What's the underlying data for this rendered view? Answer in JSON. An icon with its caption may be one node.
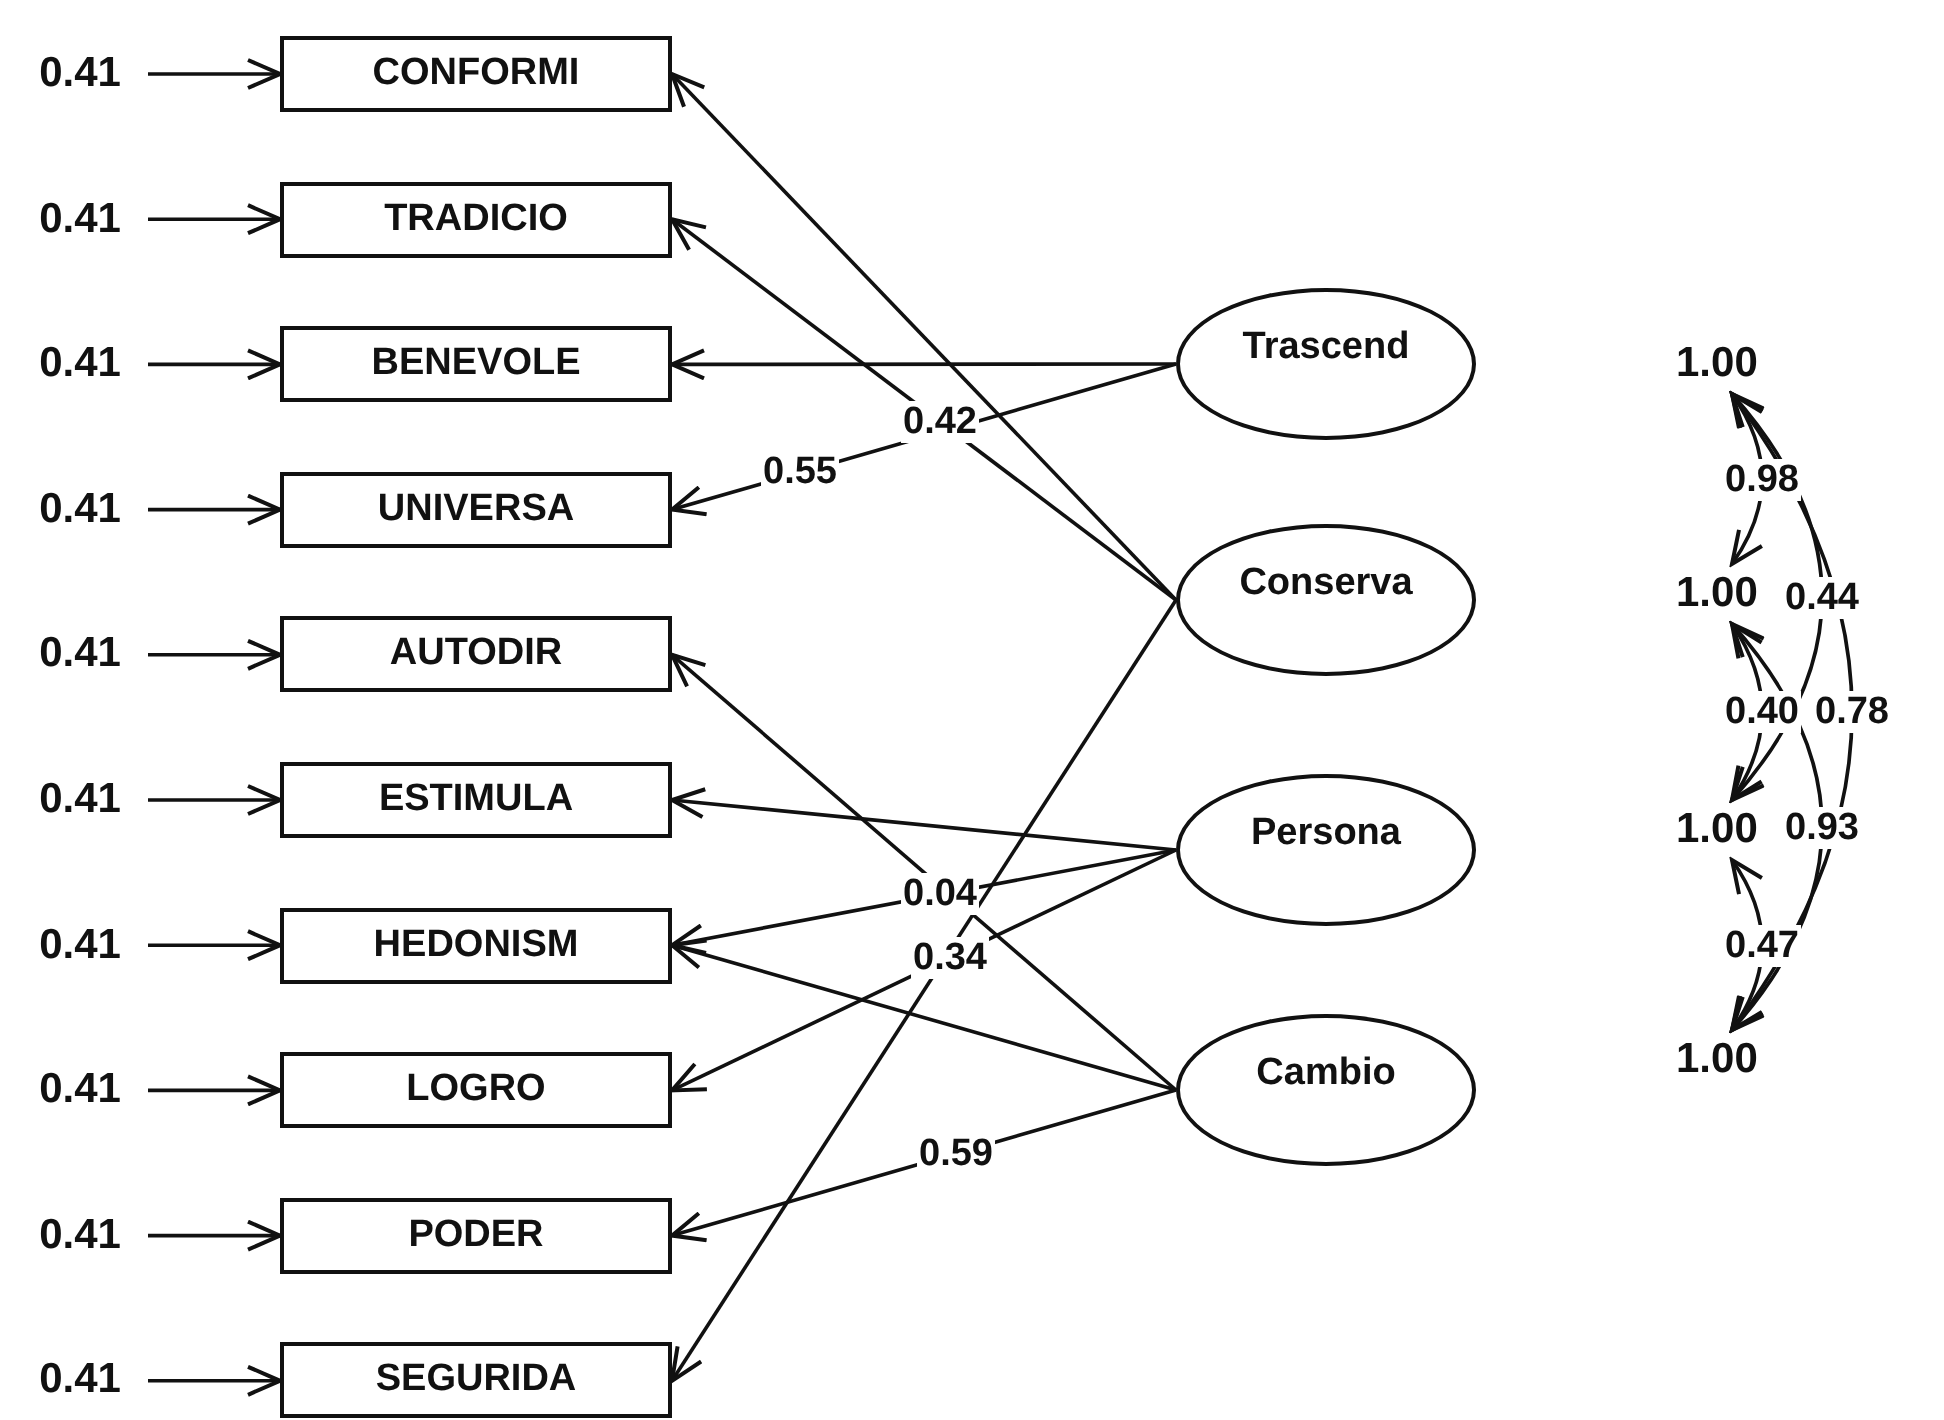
{
  "diagram": {
    "nodes": [
      {
        "text": [
          "CONFORMI"
        ]
      },
      {
        "text": [
          "TRADICIO"
        ]
      },
      {
        "text": [
          "BENEVOLE"
        ]
      },
      {
        "text": [
          "UNIVERSA"
        ]
      },
      {
        "text": [
          "AUTODIR"
        ]
      },
      {
        "text": [
          "ESTIMULA"
        ]
      },
      {
        "text": [
          "HEDONISM"
        ]
      },
      {
        "text": [
          "LOGRO"
        ]
      },
      {
        "text": [
          "PODER"
        ]
      },
      {
        "text": [
          "SEGURIDA"
        ]
      },
      {
        "text": [
          "0.41"
        ]
      },
      {
        "text": [
          "0.41"
        ]
      },
      {
        "text": [
          "0.41"
        ]
      },
      {
        "text": [
          "0.41"
        ]
      },
      {
        "text": [
          "0.41"
        ]
      },
      {
        "text": [
          "0.41"
        ]
      },
      {
        "text": [
          "0.41"
        ]
      },
      {
        "text": [
          "0.41"
        ]
      },
      {
        "text": [
          "0.41"
        ]
      },
      {
        "text": [
          "0.41"
        ]
      },
      {
        "text": [
          "Trascend"
        ]
      },
      {
        "text": [
          "Conserva"
        ]
      },
      {
        "text": [
          "Persona"
        ]
      },
      {
        "text": [
          "Cambio"
        ]
      },
      {
        "text": [
          "1.00"
        ]
      },
      {
        "text": [
          "1.00"
        ]
      },
      {
        "text": [
          "1.00"
        ]
      },
      {
        "text": [
          "1.00"
        ]
      }
    ],
    "edges": [
      {
        "from": 10,
        "to": 0,
        "arrow": "to"
      },
      {
        "from": 11,
        "to": 1,
        "arrow": "to"
      },
      {
        "from": 12,
        "to": 2,
        "arrow": "to"
      },
      {
        "from": 13,
        "to": 3,
        "arrow": "to"
      },
      {
        "from": 14,
        "to": 4,
        "arrow": "to"
      },
      {
        "from": 15,
        "to": 5,
        "arrow": "to"
      },
      {
        "from": 16,
        "to": 6,
        "arrow": "to"
      },
      {
        "from": 17,
        "to": 7,
        "arrow": "to"
      },
      {
        "from": 18,
        "to": 8,
        "arrow": "to"
      },
      {
        "from": 19,
        "to": 9,
        "arrow": "to"
      },
      {
        "from": 21,
        "to": 0,
        "arrow": "to"
      },
      {
        "from": 21,
        "to": 1,
        "arrow": "to",
        "label": "0.42"
      },
      {
        "from": 20,
        "to": 2,
        "arrow": "to"
      },
      {
        "from": 20,
        "to": 3,
        "arrow": "to",
        "label": "0.55"
      },
      {
        "from": 23,
        "to": 4,
        "arrow": "to"
      },
      {
        "from": 22,
        "to": 5,
        "arrow": "to"
      },
      {
        "from": 22,
        "to": 6,
        "arrow": "to",
        "label": "0.04"
      },
      {
        "from": 23,
        "to": 6,
        "arrow": "to"
      },
      {
        "from": 22,
        "to": 7,
        "arrow": "to",
        "label": "0.34"
      },
      {
        "from": 23,
        "to": 8,
        "arrow": "to",
        "label": "0.59"
      },
      {
        "from": 21,
        "to": 9,
        "arrow": "to"
      },
      {
        "from": 24,
        "to": 25,
        "arrow": "both",
        "label": "0.98"
      },
      {
        "from": 25,
        "to": 26,
        "arrow": "both",
        "label": "0.40"
      },
      {
        "from": 26,
        "to": 27,
        "arrow": "both",
        "label": "0.47"
      },
      {
        "from": 24,
        "to": 26,
        "arrow": "both",
        "label": "0.44"
      },
      {
        "from": 25,
        "to": 27,
        "arrow": "both",
        "label": "0.93"
      },
      {
        "from": 24,
        "to": 27,
        "arrow": "both",
        "label": "0.78"
      }
    ]
  }
}
